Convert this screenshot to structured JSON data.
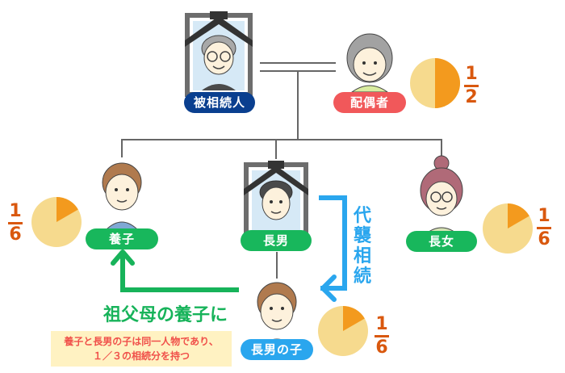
{
  "persons": {
    "decedent": {
      "label": "被相続人",
      "status": "deceased",
      "color": "#0a3f8f"
    },
    "spouse": {
      "label": "配偶者",
      "color": "#f1585a"
    },
    "adopted_child": {
      "label": "養子",
      "color": "#18b75c"
    },
    "eldest_son": {
      "label": "長男",
      "status": "deceased",
      "color": "#18b75c"
    },
    "eldest_daughter": {
      "label": "長女",
      "color": "#18b75c"
    },
    "eldest_sons_child": {
      "label": "長男の子",
      "color": "#2aa6ee"
    }
  },
  "shares": {
    "spouse": {
      "numerator": "1",
      "denominator": "2",
      "value": 0.5
    },
    "adopted_child": {
      "numerator": "1",
      "denominator": "6",
      "value": 0.1667
    },
    "eldest_daughter": {
      "numerator": "1",
      "denominator": "6",
      "value": 0.1667
    },
    "eldest_sons_child": {
      "numerator": "1",
      "denominator": "6",
      "value": 0.1667
    }
  },
  "pie_colors": {
    "filled": "#f39a1e",
    "empty": "#f6da8e"
  },
  "annotations": {
    "representation": [
      "代",
      "襲",
      "相",
      "続"
    ],
    "adoption_caption": "祖父母の養子に",
    "note_line1": "養子と長男の子は同一人物であり、",
    "note_line2": "１／３の相続分を持つ"
  }
}
